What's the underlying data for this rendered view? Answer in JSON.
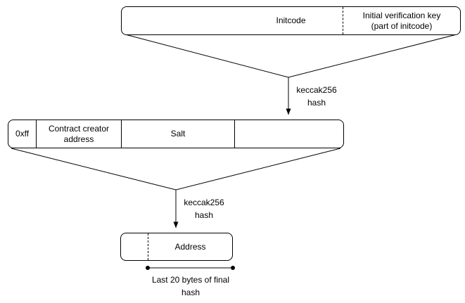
{
  "colors": {
    "stroke": "#000000",
    "text": "#000000",
    "background": "#ffffff"
  },
  "initcode_box": {
    "label": "Initcode",
    "verification_key_cell": "Initial verification key\n(part of initcode)"
  },
  "hash_step_1": "keccak256\nhash",
  "preimage_box": {
    "cells": [
      "0xff",
      "Contract creator\naddress",
      "Salt",
      ""
    ]
  },
  "hash_step_2": "keccak256\nhash",
  "address_box": {
    "label": "Address"
  },
  "measure_caption": "Last 20 bytes of final\nhash"
}
